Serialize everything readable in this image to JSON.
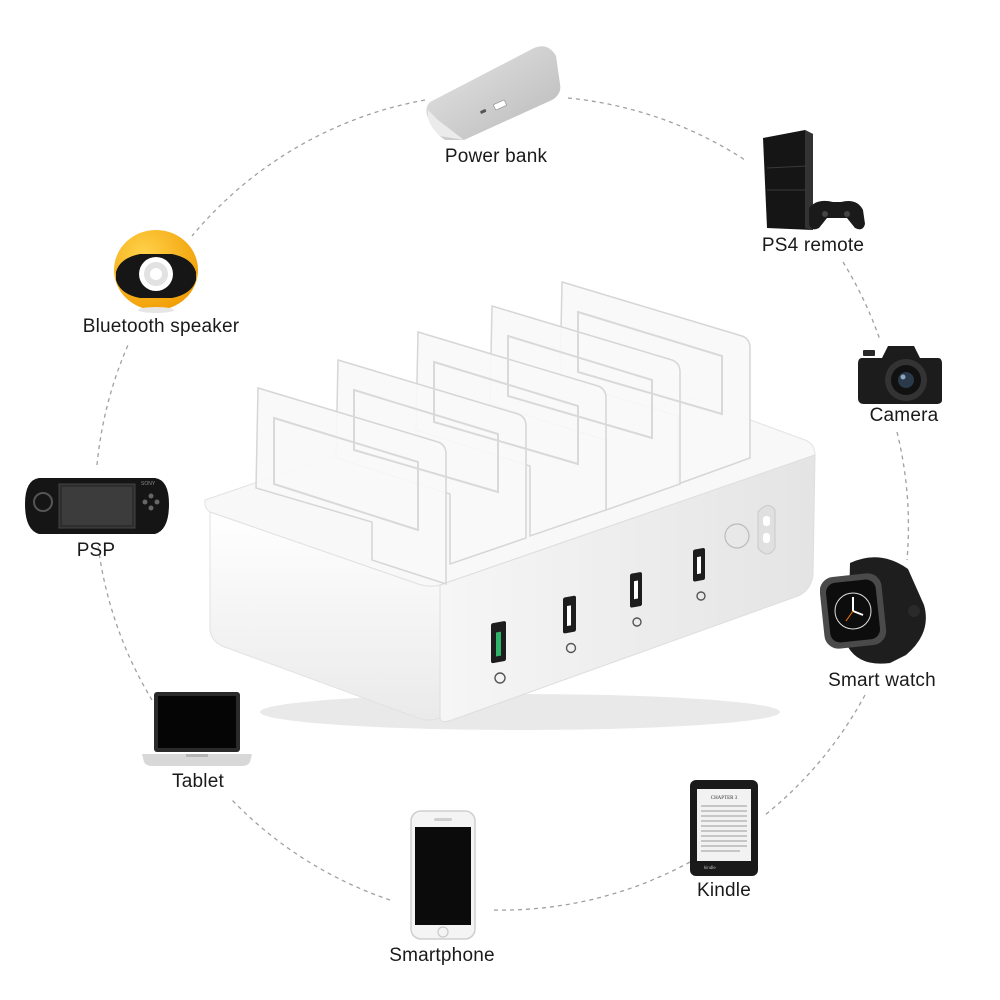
{
  "devices": {
    "power_bank": "Power bank",
    "ps4": "PS4 remote",
    "camera": "Camera",
    "smart_watch": "Smart watch",
    "kindle": "Kindle",
    "smartphone": "Smartphone",
    "tablet": "Tablet",
    "psp": "PSP",
    "bluetooth_speaker": "Bluetooth speaker"
  },
  "kindle_screen": {
    "heading": "CHAPTER 3",
    "brand": "kindle"
  },
  "psp_brand": "SONY",
  "colors": {
    "ring": "#9a9a9a",
    "label": "#1a1a1a",
    "station_body": "#f4f4f4",
    "usb_green": "#2fb36b",
    "speaker_orange": "#f5a300"
  }
}
